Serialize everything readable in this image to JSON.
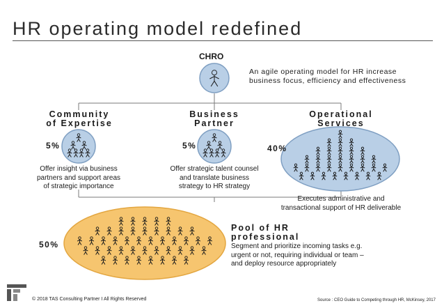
{
  "title": "HR operating model redefined",
  "chro": {
    "label": "CHRO",
    "tagline_line1": "An agile operating model for HR increase",
    "tagline_line2": "business focus, efficiency and effectiveness"
  },
  "units": [
    {
      "label_line1": "Community",
      "label_line2": "of Expertise",
      "percent": "5%",
      "desc_line1": "Offer insight via business",
      "desc_line2": "partners and support areas",
      "desc_line3": "of strategic importance"
    },
    {
      "label_line1": "Business",
      "label_line2": "Partner",
      "percent": "5%",
      "desc_line1": "Offer strategic talent counsel",
      "desc_line2": "and translate business",
      "desc_line3": "strategy to HR strategy"
    },
    {
      "label_line1": "Operational",
      "label_line2": "Services",
      "percent": "40%",
      "desc_line1": "Executes administrative and",
      "desc_line2": "transactional support of HR deliverable"
    }
  ],
  "pool": {
    "title_line1": "Pool of HR",
    "title_line2": "professional",
    "percent": "50%",
    "desc_line1": "Segment and prioritize incoming tasks e.g.",
    "desc_line2": "urgent or not, requiring individual or team –",
    "desc_line3": "and deploy resource appropriately"
  },
  "footer": {
    "copyright": "© 2018 TAS Consulting Partner  I  All Rights Reserved",
    "source": "Source : CEO Guide to Competing through HR, McKinsey, 2017"
  },
  "colors": {
    "blue_fill": "#b9cfe6",
    "blue_stroke": "#7f9fc2",
    "orange_fill": "#f6c56f",
    "orange_stroke": "#e3a640",
    "icon": "#1a1a1a"
  }
}
